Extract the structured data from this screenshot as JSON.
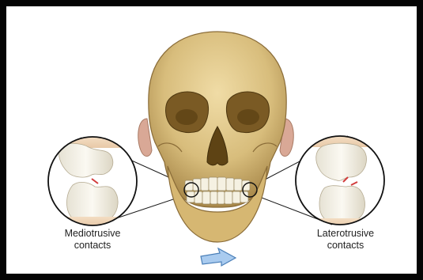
{
  "figure": {
    "left_callout": {
      "line1": "Mediotrusive",
      "line2": "contacts"
    },
    "right_callout": {
      "line1": "Laterotrusive",
      "line2": "contacts"
    },
    "movement_arrow": "arrow-right-icon"
  },
  "colors": {
    "frame": "#050505",
    "bone": "#e2c98a",
    "bone_shadow": "#a8884a",
    "tooth": "#f2efe4",
    "contact": "#d23c3c",
    "arrow": "#9fc3e8"
  }
}
